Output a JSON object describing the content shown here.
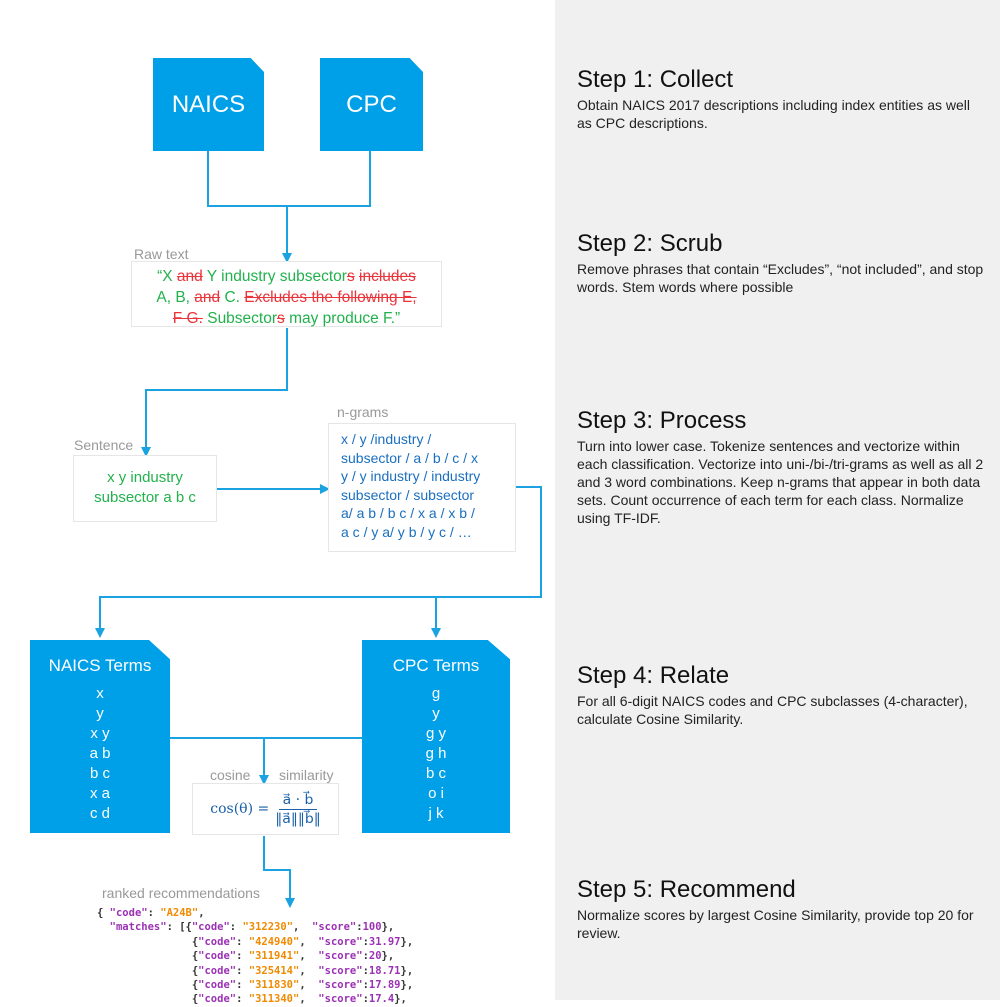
{
  "diagram": {
    "sources": {
      "naics": "NAICS",
      "cpc": "CPC"
    },
    "raw_text": {
      "caption": "Raw text",
      "line1": [
        {
          "t": "“X ",
          "del": false
        },
        {
          "t": "and",
          "del": true
        },
        {
          "t": " Y industry subsector",
          "del": false
        },
        {
          "t": "s",
          "del": true
        },
        {
          "t": " ",
          "del": false
        },
        {
          "t": "includes",
          "del": true
        }
      ],
      "line2": [
        {
          "t": "A, B, ",
          "del": false
        },
        {
          "t": "and",
          "del": true
        },
        {
          "t": " C. ",
          "del": false
        },
        {
          "t": "Excludes the following E,",
          "del": true
        }
      ],
      "line3": [
        {
          "t": "F G.",
          "del": true
        },
        {
          "t": " Subsector",
          "del": false
        },
        {
          "t": "s",
          "del": true
        },
        {
          "t": " may produce F.”",
          "del": false
        }
      ]
    },
    "sentence": {
      "caption": "Sentence",
      "line1": "x y industry",
      "line2": "subsector a b c"
    },
    "ngrams": {
      "caption": "n-grams",
      "lines": [
        "x / y /industry /",
        "subsector / a / b / c /  x",
        "y / y industry / industry",
        "subsector / subsector",
        "a/ a b / b c / x a / x b /",
        "a c / y a/ y b / y c / …"
      ]
    },
    "naics_terms": {
      "title": "NAICS Terms",
      "terms": [
        "x",
        "y",
        "x y",
        "a b",
        "b c",
        "x a",
        "c d"
      ]
    },
    "cpc_terms": {
      "title": "CPC Terms",
      "terms": [
        "g",
        "y",
        "g y",
        "g h",
        "b c",
        "o i",
        "j k"
      ]
    },
    "cosine": {
      "caption_left": "cosine",
      "caption_right": "similarity",
      "lhs": "cos(θ) =",
      "numerator": "a⃗ · b⃗",
      "denominator": "‖a⃗‖‖b⃗‖"
    },
    "ranked": {
      "caption": "ranked recommendations",
      "code_key": "\"code\"",
      "code_value": "\"A24B\"",
      "matches_key": "\"matches\"",
      "matches": [
        {
          "code": "\"312230\"",
          "score": "100"
        },
        {
          "code": "\"424940\"",
          "score": "31.97"
        },
        {
          "code": "\"311941\"",
          "score": "20"
        },
        {
          "code": "\"325414\"",
          "score": "18.71"
        },
        {
          "code": "\"311830\"",
          "score": "17.89"
        },
        {
          "code": "\"311340\"",
          "score": "17.4"
        }
      ]
    }
  },
  "steps": [
    {
      "title": "Step 1: Collect",
      "text": "Obtain NAICS 2017 descriptions including index entities as well as CPC descriptions."
    },
    {
      "title": "Step 2: Scrub",
      "text": "Remove phrases that contain “Excludes”, “not included”, and stop words. Stem words where possible"
    },
    {
      "title": "Step 3: Process",
      "text": "Turn into lower case. Tokenize sentences and vectorize within each classification. Vectorize into uni-/bi-/tri-grams as well as all 2 and 3 word combinations. Keep n-grams that appear in both data sets. Count occurrence of each term for each class. Normalize using TF-IDF."
    },
    {
      "title": "Step 4: Relate",
      "text": "For all 6-digit NAICS codes and CPC subclasses (4-character), calculate Cosine Similarity."
    },
    {
      "title": "Step 5: Recommend",
      "text": "Normalize scores by largest Cosine Similarity, provide top 20 for review."
    }
  ],
  "colors": {
    "accent": "#00a0e8",
    "connector": "#1aa3e0",
    "keep": "#22b14c",
    "remove": "#e8343a",
    "ngram": "#1a6fc0"
  }
}
